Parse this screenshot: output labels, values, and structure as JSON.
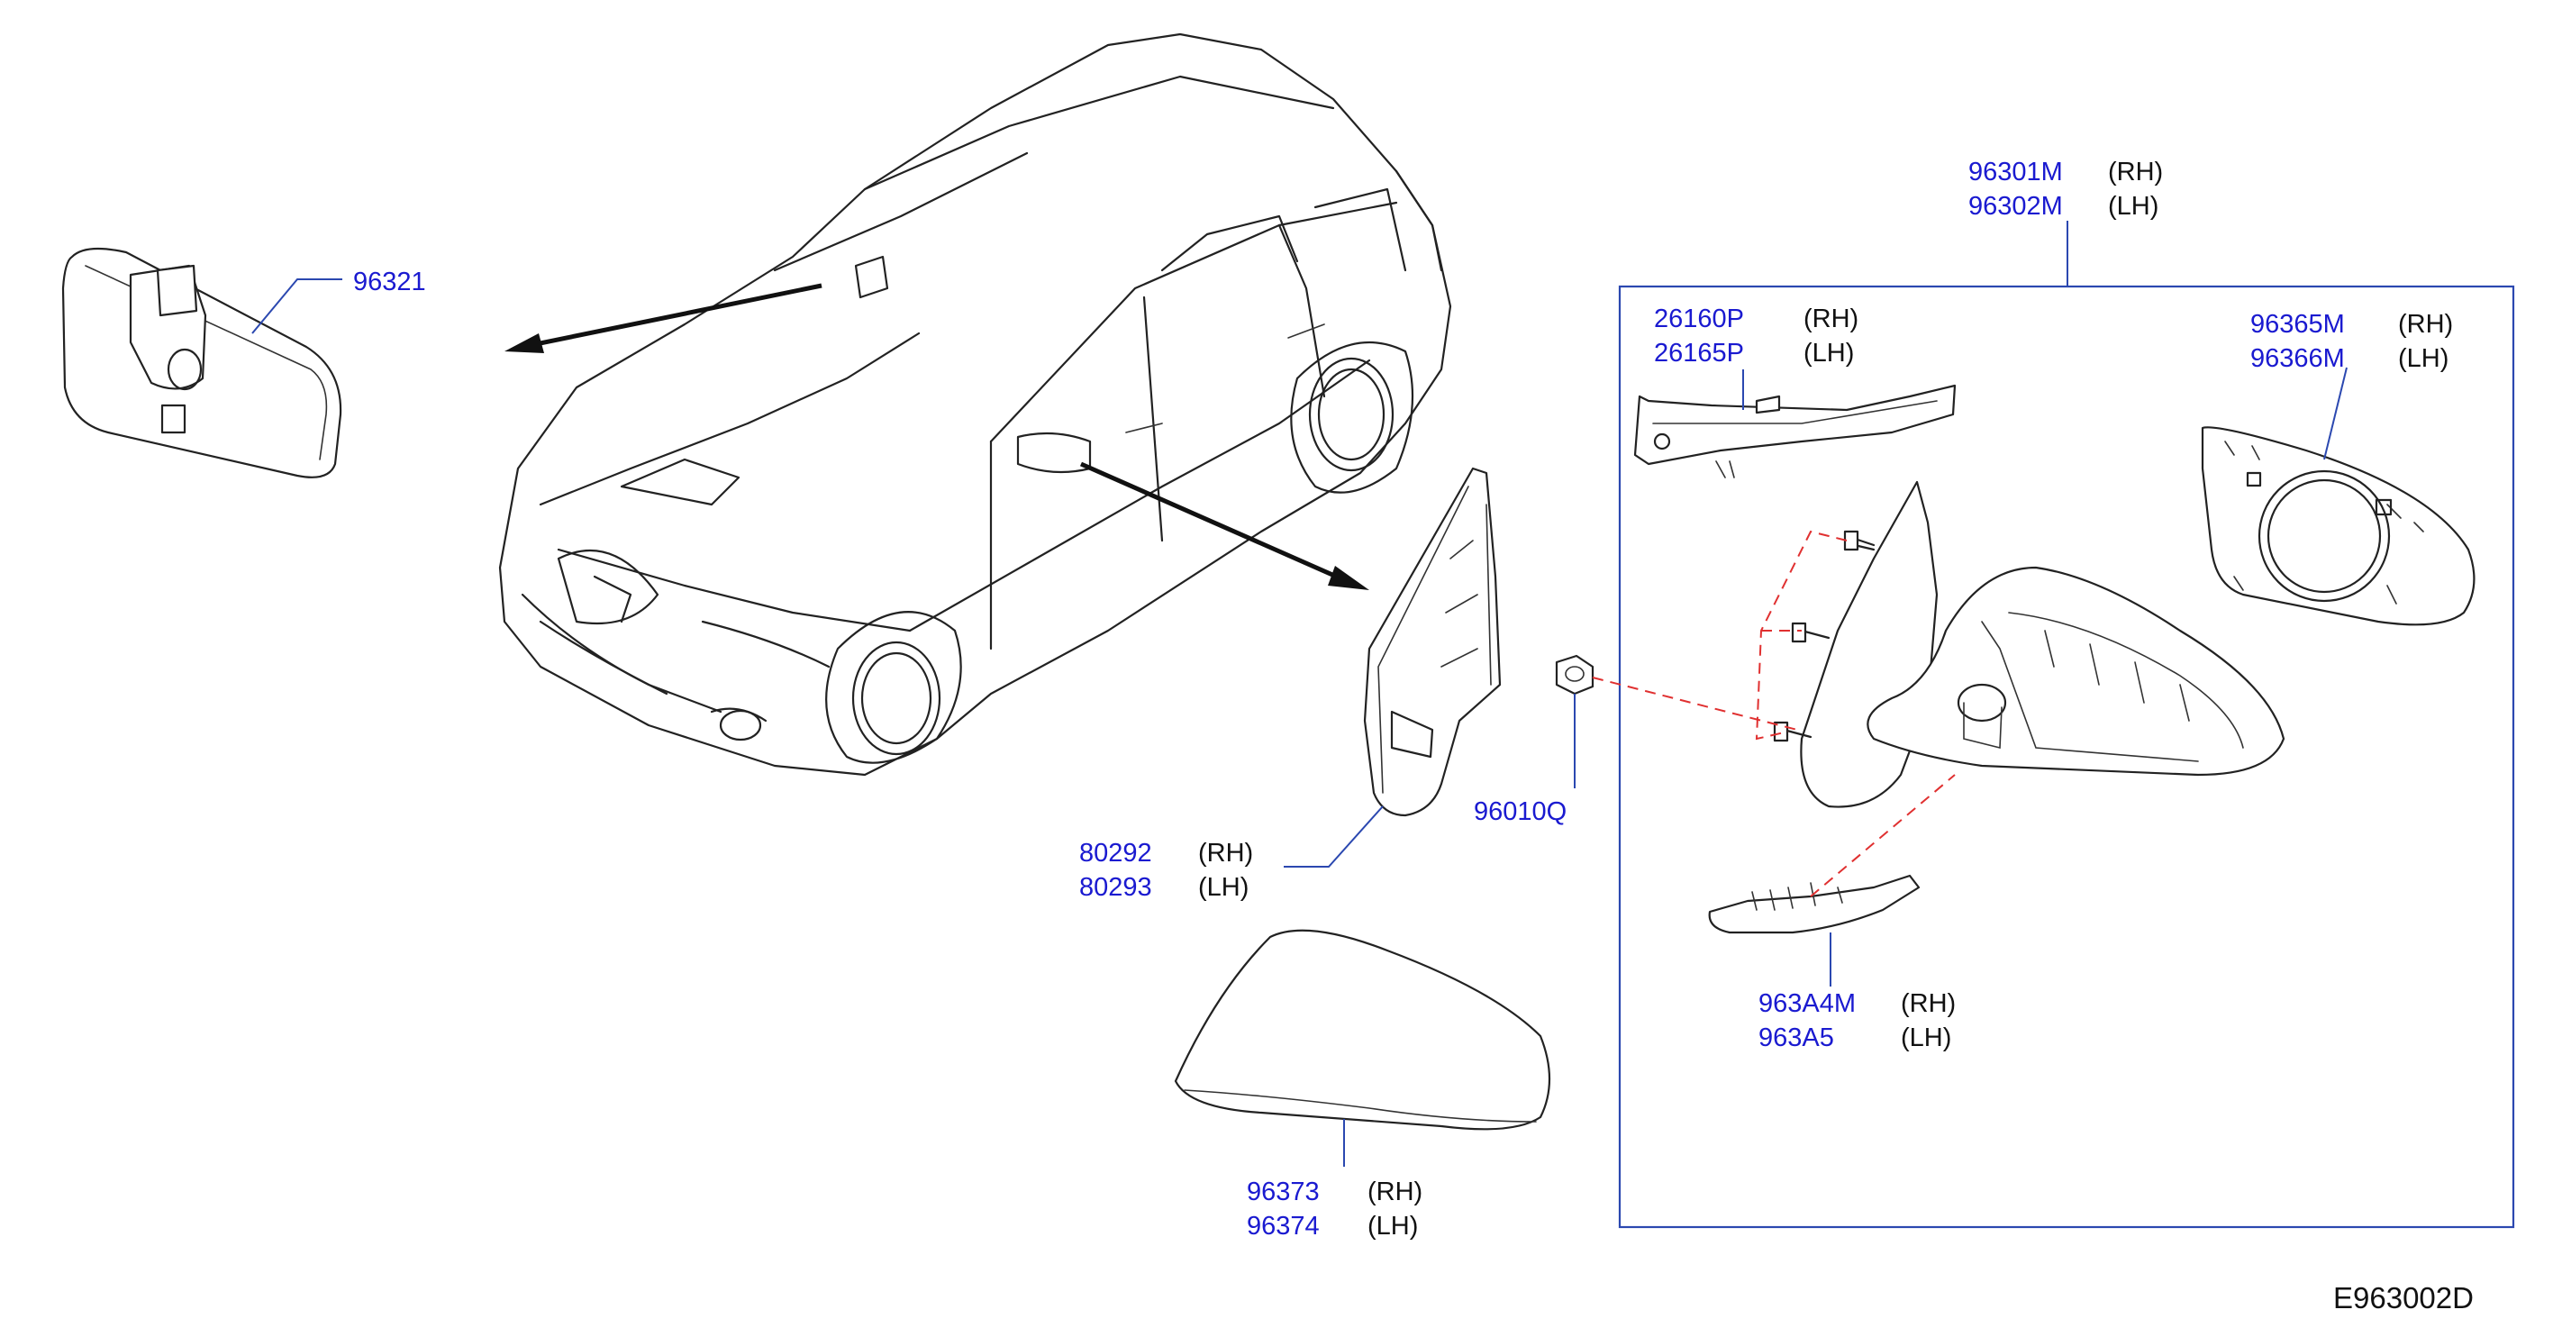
{
  "diagram_code": "E963002D",
  "parts": [
    {
      "id": "inside-mirror",
      "numbers": [
        "96321"
      ],
      "sides": []
    },
    {
      "id": "door-mirror-assy",
      "numbers": [
        "96301M",
        "96302M"
      ],
      "sides": [
        "(RH)",
        "(LH)"
      ]
    },
    {
      "id": "side-turn-lamp",
      "numbers": [
        "26160P",
        "26165P"
      ],
      "sides": [
        "(RH)",
        "(LH)"
      ]
    },
    {
      "id": "mirror-glass",
      "numbers": [
        "96365M",
        "96366M"
      ],
      "sides": [
        "(RH)",
        "(LH)"
      ]
    },
    {
      "id": "mirror-base-cover",
      "numbers": [
        "80292",
        "80293"
      ],
      "sides": [
        "(RH)",
        "(LH)"
      ]
    },
    {
      "id": "nut",
      "numbers": [
        "96010Q"
      ],
      "sides": []
    },
    {
      "id": "lower-cover",
      "numbers": [
        "963A4M",
        "963A5"
      ],
      "sides": [
        "(RH)",
        "(LH)"
      ]
    },
    {
      "id": "mirror-cap",
      "numbers": [
        "96373",
        "96374"
      ],
      "sides": [
        "(RH)",
        "(LH)"
      ]
    }
  ]
}
